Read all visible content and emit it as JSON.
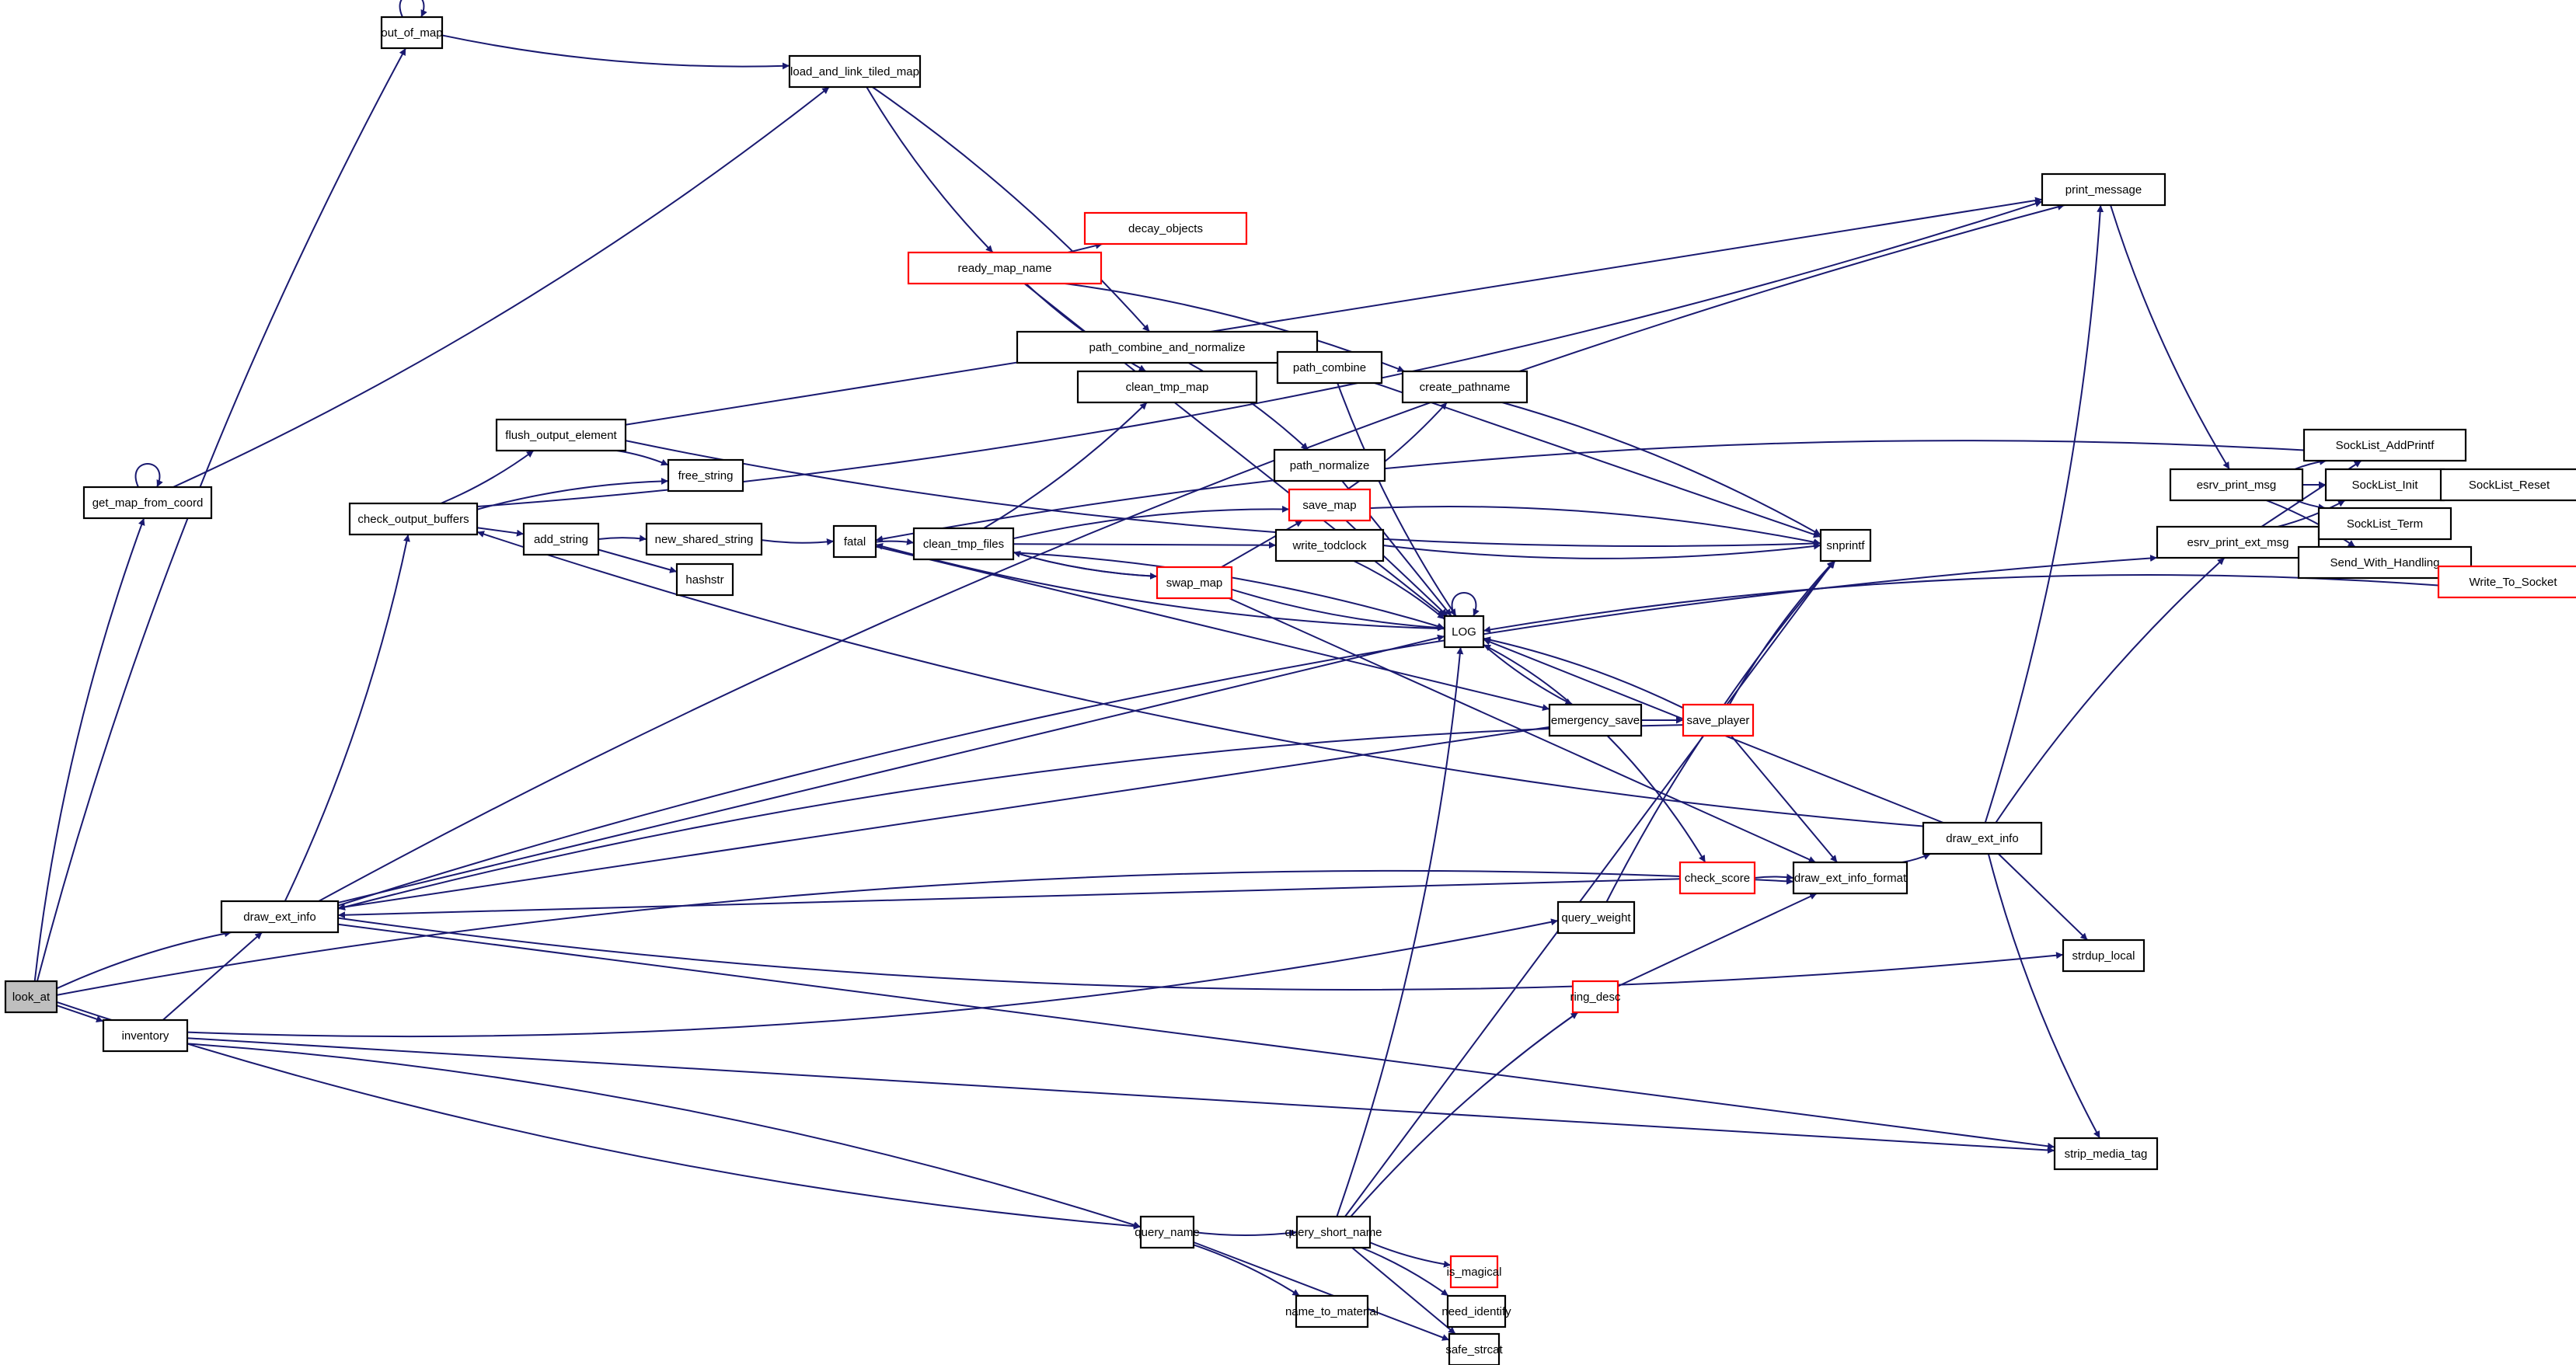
{
  "title": "Call graph: look_at",
  "colors": {
    "edge": "#191970",
    "normal_border": "#000000",
    "incomplete_border": "#ff0000",
    "root_fill": "#bfbfbf"
  },
  "nodes": [
    {
      "id": "look_at",
      "label": "look_at",
      "style": "root"
    },
    {
      "id": "out_of_map",
      "label": "out_of_map",
      "style": "normal"
    },
    {
      "id": "load_and_link_tiled_map",
      "label": "load_and_link_tiled_map",
      "style": "normal"
    },
    {
      "id": "get_map_from_coord",
      "label": "get_map_from_coord",
      "style": "normal"
    },
    {
      "id": "draw_ext_info_l",
      "label": "draw_ext_info",
      "style": "normal"
    },
    {
      "id": "inventory",
      "label": "inventory",
      "style": "normal"
    },
    {
      "id": "check_output_buffers",
      "label": "check_output_buffers",
      "style": "normal"
    },
    {
      "id": "flush_output_element",
      "label": "flush_output_element",
      "style": "normal"
    },
    {
      "id": "free_string",
      "label": "free_string",
      "style": "normal"
    },
    {
      "id": "add_string",
      "label": "add_string",
      "style": "normal"
    },
    {
      "id": "new_shared_string",
      "label": "new_shared_string",
      "style": "normal"
    },
    {
      "id": "hashstr",
      "label": "hashstr",
      "style": "normal"
    },
    {
      "id": "fatal",
      "label": "fatal",
      "style": "normal"
    },
    {
      "id": "clean_tmp_files",
      "label": "clean_tmp_files",
      "style": "normal"
    },
    {
      "id": "ready_map_name",
      "label": "ready_map_name",
      "style": "red"
    },
    {
      "id": "decay_objects",
      "label": "decay_objects",
      "style": "red"
    },
    {
      "id": "path_combine_and_normalize",
      "label": "path_combine_and_normalize",
      "style": "normal"
    },
    {
      "id": "clean_tmp_map",
      "label": "clean_tmp_map",
      "style": "normal"
    },
    {
      "id": "path_combine",
      "label": "path_combine",
      "style": "normal"
    },
    {
      "id": "create_pathname",
      "label": "create_pathname",
      "style": "normal"
    },
    {
      "id": "path_normalize",
      "label": "path_normalize",
      "style": "normal"
    },
    {
      "id": "save_map",
      "label": "save_map",
      "style": "red"
    },
    {
      "id": "write_todclock",
      "label": "write_todclock",
      "style": "normal"
    },
    {
      "id": "swap_map",
      "label": "swap_map",
      "style": "red"
    },
    {
      "id": "LOG",
      "label": "LOG",
      "style": "normal"
    },
    {
      "id": "snprintf",
      "label": "snprintf",
      "style": "normal"
    },
    {
      "id": "emergency_save",
      "label": "emergency_save",
      "style": "normal"
    },
    {
      "id": "save_player",
      "label": "save_player",
      "style": "red"
    },
    {
      "id": "check_score",
      "label": "check_score",
      "style": "red"
    },
    {
      "id": "draw_ext_info_format",
      "label": "draw_ext_info_format",
      "style": "normal"
    },
    {
      "id": "draw_ext_info_r",
      "label": "draw_ext_info",
      "style": "normal"
    },
    {
      "id": "query_weight",
      "label": "query_weight",
      "style": "normal"
    },
    {
      "id": "ring_desc",
      "label": "ring_desc",
      "style": "red"
    },
    {
      "id": "query_name",
      "label": "query_name",
      "style": "normal"
    },
    {
      "id": "query_short_name",
      "label": "query_short_name",
      "style": "normal"
    },
    {
      "id": "is_magical",
      "label": "is_magical",
      "style": "red"
    },
    {
      "id": "need_identify",
      "label": "need_identify",
      "style": "normal"
    },
    {
      "id": "name_to_material",
      "label": "name_to_material",
      "style": "normal"
    },
    {
      "id": "safe_strcat",
      "label": "safe_strcat",
      "style": "normal"
    },
    {
      "id": "print_message",
      "label": "print_message",
      "style": "normal"
    },
    {
      "id": "esrv_print_msg",
      "label": "esrv_print_msg",
      "style": "normal"
    },
    {
      "id": "esrv_print_ext_msg",
      "label": "esrv_print_ext_msg",
      "style": "normal"
    },
    {
      "id": "SockList_AddPrintf",
      "label": "SockList_AddPrintf",
      "style": "normal"
    },
    {
      "id": "SockList_Init",
      "label": "SockList_Init",
      "style": "normal"
    },
    {
      "id": "SockList_Reset",
      "label": "SockList_Reset",
      "style": "normal"
    },
    {
      "id": "SockList_Term",
      "label": "SockList_Term",
      "style": "normal"
    },
    {
      "id": "Send_With_Handling",
      "label": "Send_With_Handling",
      "style": "normal"
    },
    {
      "id": "Write_To_Socket",
      "label": "Write_To_Socket",
      "style": "red"
    },
    {
      "id": "strdup_local",
      "label": "strdup_local",
      "style": "normal"
    },
    {
      "id": "strip_media_tag",
      "label": "strip_media_tag",
      "style": "normal"
    }
  ],
  "edges": [
    [
      "look_at",
      "out_of_map"
    ],
    [
      "out_of_map",
      "out_of_map"
    ],
    [
      "out_of_map",
      "load_and_link_tiled_map"
    ],
    [
      "look_at",
      "get_map_from_coord"
    ],
    [
      "get_map_from_coord",
      "get_map_from_coord"
    ],
    [
      "get_map_from_coord",
      "load_and_link_tiled_map"
    ],
    [
      "look_at",
      "draw_ext_info_l"
    ],
    [
      "look_at",
      "inventory"
    ],
    [
      "look_at",
      "query_name"
    ],
    [
      "look_at",
      "draw_ext_info_format"
    ],
    [
      "inventory",
      "draw_ext_info_l"
    ],
    [
      "inventory",
      "query_weight"
    ],
    [
      "inventory",
      "query_name"
    ],
    [
      "inventory",
      "strip_media_tag"
    ],
    [
      "load_and_link_tiled_map",
      "ready_map_name"
    ],
    [
      "load_and_link_tiled_map",
      "path_combine_and_normalize"
    ],
    [
      "ready_map_name",
      "decay_objects"
    ],
    [
      "ready_map_name",
      "clean_tmp_map"
    ],
    [
      "ready_map_name",
      "create_pathname"
    ],
    [
      "ready_map_name",
      "LOG"
    ],
    [
      "path_combine_and_normalize",
      "path_combine"
    ],
    [
      "path_combine_and_normalize",
      "path_normalize"
    ],
    [
      "path_combine",
      "snprintf"
    ],
    [
      "path_combine",
      "LOG"
    ],
    [
      "create_pathname",
      "snprintf"
    ],
    [
      "path_normalize",
      "LOG"
    ],
    [
      "draw_ext_info_l",
      "check_output_buffers"
    ],
    [
      "draw_ext_info_l",
      "print_message"
    ],
    [
      "draw_ext_info_l",
      "LOG"
    ],
    [
      "draw_ext_info_l",
      "strdup_local"
    ],
    [
      "draw_ext_info_l",
      "esrv_print_ext_msg"
    ],
    [
      "draw_ext_info_l",
      "strip_media_tag"
    ],
    [
      "check_output_buffers",
      "flush_output_element"
    ],
    [
      "check_output_buffers",
      "free_string"
    ],
    [
      "check_output_buffers",
      "add_string"
    ],
    [
      "check_output_buffers",
      "print_message"
    ],
    [
      "flush_output_element",
      "free_string"
    ],
    [
      "flush_output_element",
      "print_message"
    ],
    [
      "flush_output_element",
      "snprintf"
    ],
    [
      "add_string",
      "new_shared_string"
    ],
    [
      "add_string",
      "hashstr"
    ],
    [
      "new_shared_string",
      "fatal"
    ],
    [
      "fatal",
      "clean_tmp_files"
    ],
    [
      "fatal",
      "emergency_save"
    ],
    [
      "clean_tmp_files",
      "clean_tmp_map"
    ],
    [
      "clean_tmp_files",
      "save_map"
    ],
    [
      "clean_tmp_files",
      "write_todclock"
    ],
    [
      "clean_tmp_files",
      "swap_map"
    ],
    [
      "clean_tmp_files",
      "LOG"
    ],
    [
      "swap_map",
      "save_map"
    ],
    [
      "swap_map",
      "LOG"
    ],
    [
      "swap_map",
      "clean_tmp_files"
    ],
    [
      "swap_map",
      "draw_ext_info_format"
    ],
    [
      "save_map",
      "create_pathname"
    ],
    [
      "save_map",
      "snprintf"
    ],
    [
      "save_map",
      "LOG"
    ],
    [
      "write_todclock",
      "snprintf"
    ],
    [
      "write_todclock",
      "LOG"
    ],
    [
      "LOG",
      "LOG"
    ],
    [
      "LOG",
      "emergency_save"
    ],
    [
      "LOG",
      "fatal"
    ],
    [
      "emergency_save",
      "save_player"
    ],
    [
      "emergency_save",
      "LOG"
    ],
    [
      "emergency_save",
      "check_score"
    ],
    [
      "emergency_save",
      "draw_ext_info_l"
    ],
    [
      "save_player",
      "LOG"
    ],
    [
      "save_player",
      "snprintf"
    ],
    [
      "save_player",
      "draw_ext_info_format"
    ],
    [
      "save_player",
      "draw_ext_info_l"
    ],
    [
      "check_score",
      "draw_ext_info_format"
    ],
    [
      "check_score",
      "draw_ext_info_l"
    ],
    [
      "draw_ext_info_format",
      "draw_ext_info_r"
    ],
    [
      "draw_ext_info_r",
      "check_output_buffers"
    ],
    [
      "draw_ext_info_r",
      "LOG"
    ],
    [
      "draw_ext_info_r",
      "print_message"
    ],
    [
      "draw_ext_info_r",
      "esrv_print_ext_msg"
    ],
    [
      "draw_ext_info_r",
      "strdup_local"
    ],
    [
      "draw_ext_info_r",
      "strip_media_tag"
    ],
    [
      "query_weight",
      "snprintf"
    ],
    [
      "ring_desc",
      "draw_ext_info_format"
    ],
    [
      "query_name",
      "query_short_name"
    ],
    [
      "query_name",
      "name_to_material"
    ],
    [
      "query_name",
      "safe_strcat"
    ],
    [
      "query_short_name",
      "LOG"
    ],
    [
      "query_short_name",
      "ring_desc"
    ],
    [
      "query_short_name",
      "snprintf"
    ],
    [
      "query_short_name",
      "is_magical"
    ],
    [
      "query_short_name",
      "need_identify"
    ],
    [
      "query_short_name",
      "safe_strcat"
    ],
    [
      "print_message",
      "esrv_print_msg"
    ],
    [
      "esrv_print_msg",
      "SockList_AddPrintf"
    ],
    [
      "esrv_print_msg",
      "SockList_Init"
    ],
    [
      "esrv_print_msg",
      "SockList_Term"
    ],
    [
      "esrv_print_msg",
      "Send_With_Handling"
    ],
    [
      "esrv_print_ext_msg",
      "SockList_AddPrintf"
    ],
    [
      "esrv_print_ext_msg",
      "SockList_Init"
    ],
    [
      "esrv_print_ext_msg",
      "SockList_Term"
    ],
    [
      "esrv_print_ext_msg",
      "Send_With_Handling"
    ],
    [
      "SockList_AddPrintf",
      "fatal"
    ],
    [
      "SockList_Init",
      "SockList_Reset"
    ],
    [
      "Send_With_Handling",
      "Write_To_Socket"
    ],
    [
      "Write_To_Socket",
      "LOG"
    ]
  ]
}
